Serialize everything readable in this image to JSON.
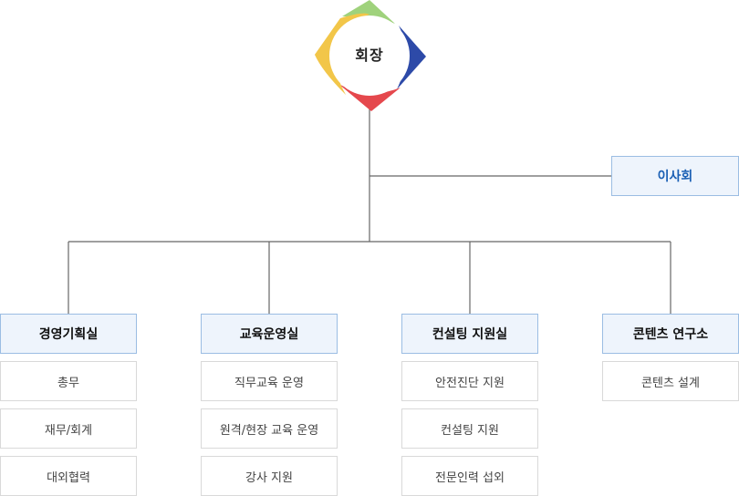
{
  "ceo": {
    "label": "회장"
  },
  "board": {
    "label": "이사회"
  },
  "departments": [
    {
      "label": "경영기획실",
      "items": [
        "총무",
        "재무/회계",
        "대외협력"
      ]
    },
    {
      "label": "교육운영실",
      "items": [
        "직무교육 운영",
        "원격/현장 교육 운영",
        "강사 지원"
      ]
    },
    {
      "label": "컨설팅 지원실",
      "items": [
        "안전진단 지원",
        "컨설팅 지원",
        "전문인력 섭외"
      ]
    },
    {
      "label": "콘텐츠 연구소",
      "items": [
        "콘텐츠 설계"
      ]
    }
  ],
  "colors": {
    "emblem_green": "#9fd27c",
    "emblem_blue": "#2d4aa8",
    "emblem_red": "#e5484d",
    "emblem_yellow": "#f2c649",
    "line": "#666666",
    "box_fill": "#eef4fc",
    "box_border": "#9bbde3",
    "board_text": "#1a5fb4"
  }
}
